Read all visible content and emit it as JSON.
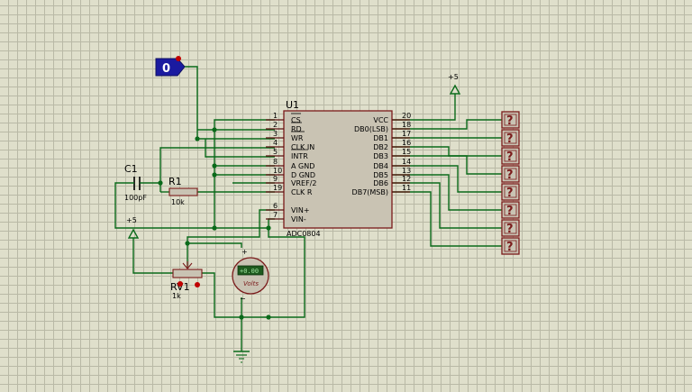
{
  "logic_state": {
    "value": "0"
  },
  "chip": {
    "ref": "U1",
    "part": "ADC0804",
    "left_pins": [
      {
        "num": "1",
        "name": "CS"
      },
      {
        "num": "2",
        "name": "RD"
      },
      {
        "num": "3",
        "name": "WR"
      },
      {
        "num": "4",
        "name": "CLK IN"
      },
      {
        "num": "5",
        "name": "INTR"
      },
      {
        "num": "8",
        "name": "A GND"
      },
      {
        "num": "10",
        "name": "D GND"
      },
      {
        "num": "9",
        "name": "VREF/2"
      },
      {
        "num": "19",
        "name": "CLK R"
      },
      {
        "num": "6",
        "name": "VIN+"
      },
      {
        "num": "7",
        "name": "VIN-"
      }
    ],
    "right_pins": [
      {
        "num": "20",
        "name": "VCC"
      },
      {
        "num": "18",
        "name": "DB0(LSB)"
      },
      {
        "num": "17",
        "name": "DB1"
      },
      {
        "num": "16",
        "name": "DB2"
      },
      {
        "num": "15",
        "name": "DB3"
      },
      {
        "num": "14",
        "name": "DB4"
      },
      {
        "num": "13",
        "name": "DB5"
      },
      {
        "num": "12",
        "name": "DB6"
      },
      {
        "num": "11",
        "name": "DB7(MSB)"
      }
    ]
  },
  "c1": {
    "ref": "C1",
    "value": "100pF"
  },
  "r1": {
    "ref": "R1",
    "value": "10k"
  },
  "rv1": {
    "ref": "RV1",
    "value": "1k"
  },
  "power_top": {
    "label": "+5"
  },
  "power_left": {
    "label": "+5"
  },
  "voltmeter": {
    "label": "Volts",
    "display": "+0.00",
    "plus": "+",
    "minus": "−"
  },
  "probes": [
    "?",
    "?",
    "?",
    "?",
    "?",
    "?",
    "?",
    "?"
  ]
}
